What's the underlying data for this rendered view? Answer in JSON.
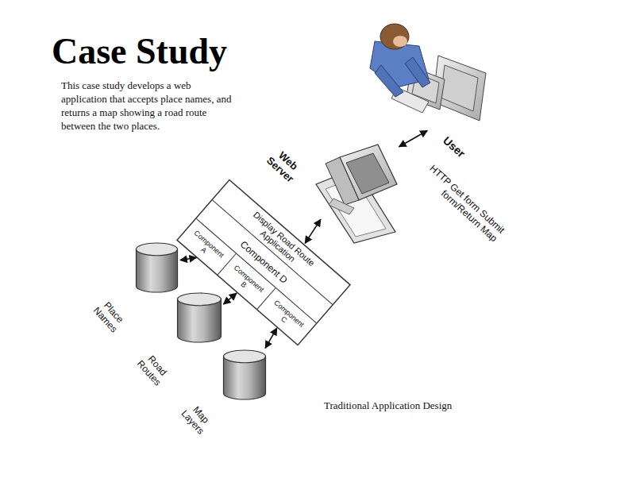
{
  "diagram": {
    "title": "Case Study",
    "caption": "Traditional Application Design",
    "nodes": [
      {
        "text": [
          "User"
        ]
      },
      {
        "text": [
          "Web Server"
        ]
      },
      {
        "text": [
          "Display Road Route Application"
        ]
      },
      {
        "text": [
          "Component D"
        ],
        "in": 2
      },
      {
        "text": [
          "Component A"
        ],
        "in": 2
      },
      {
        "text": [
          "Component B"
        ],
        "in": 2
      },
      {
        "text": [
          "Component C"
        ],
        "in": 2
      },
      {
        "text": [
          "Place Names"
        ]
      },
      {
        "text": [
          "Road Routes"
        ]
      },
      {
        "text": [
          "Map Layers"
        ]
      }
    ],
    "edges": [
      {
        "from": 0,
        "to": 1,
        "label": "HTTP Get form Submit form/Return Map",
        "arrow": "both"
      },
      {
        "from": 1,
        "to": 2,
        "arrow": "both"
      },
      {
        "from": 4,
        "to": 7,
        "arrow": "both"
      },
      {
        "from": 5,
        "to": 8,
        "arrow": "both"
      },
      {
        "from": 6,
        "to": 9,
        "arrow": "both"
      }
    ],
    "labels": [
      "This case study develops a web application that accepts place names, and returns a map showing a road route between the two places."
    ]
  }
}
